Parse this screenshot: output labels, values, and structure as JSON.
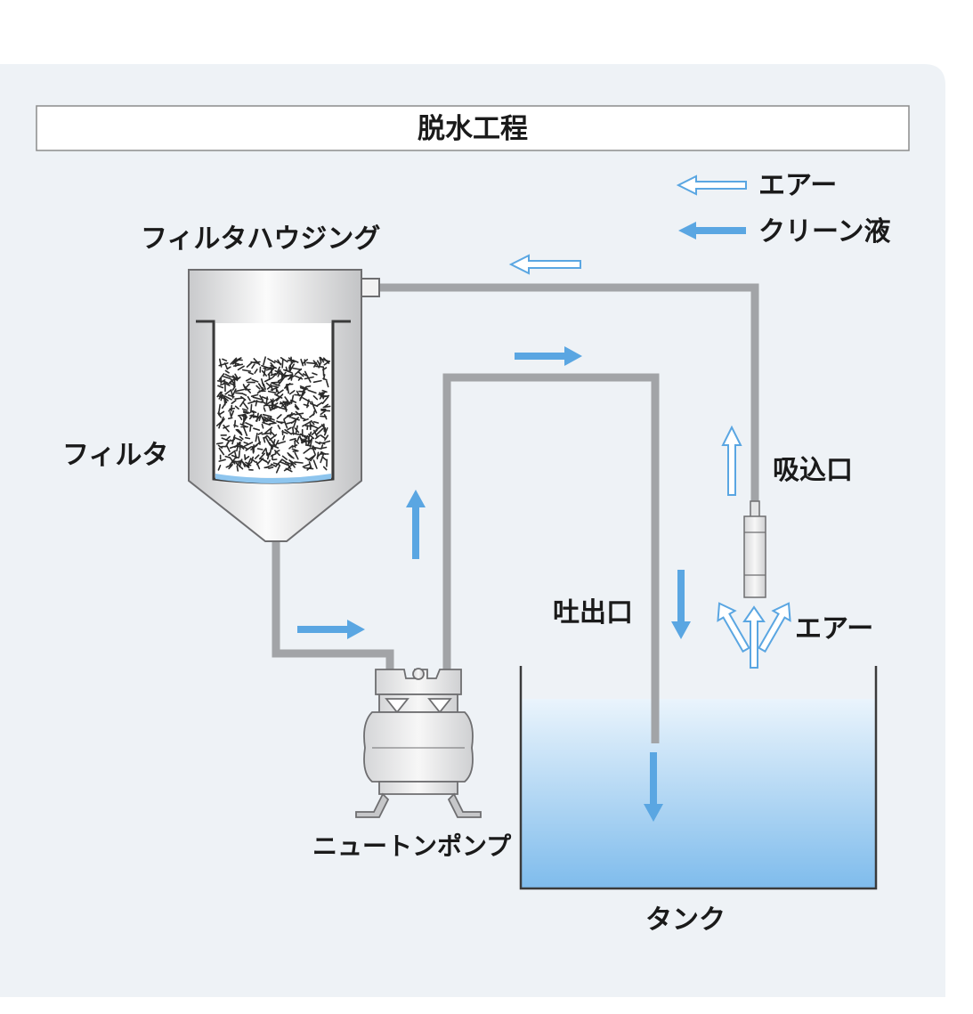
{
  "title": "脱水工程",
  "legend": {
    "air_label": "エアー",
    "liquid_label": "クリーン液"
  },
  "labels": {
    "filter_housing": "フィルタハウジング",
    "filter": "フィルタ",
    "suction_port": "吸込口",
    "discharge_port": "吐出口",
    "air_inlet": "エアー",
    "pump": "ニュートンポンプ",
    "tank": "タンク"
  },
  "colors": {
    "panel_bg": "#eef2f6",
    "pipe": "#a2a4a7",
    "liquid_arrow": "#5aa6e2",
    "air_arrow": "#5aa6e2",
    "tank_liquid_top": "#eaf4fc",
    "tank_liquid_bottom": "#7fbcec"
  }
}
